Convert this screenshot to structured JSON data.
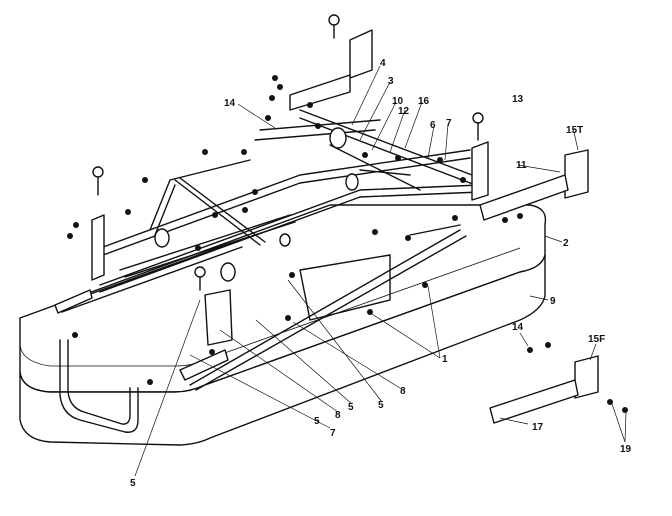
{
  "diagram": {
    "ink_color": "#111111",
    "paper_color": "#ffffff",
    "callouts": [
      {
        "id": "c-4",
        "text": "4"
      },
      {
        "id": "c-3",
        "text": "3"
      },
      {
        "id": "c-10",
        "text": "10"
      },
      {
        "id": "c-12",
        "text": "12"
      },
      {
        "id": "c-16",
        "text": "16"
      },
      {
        "id": "c-13",
        "text": "13"
      },
      {
        "id": "c-14a",
        "text": "14"
      },
      {
        "id": "c-6",
        "text": "6"
      },
      {
        "id": "c-7",
        "text": "7"
      },
      {
        "id": "c-15T",
        "text": "15T"
      },
      {
        "id": "c-11",
        "text": "11"
      },
      {
        "id": "c-2",
        "text": "2"
      },
      {
        "id": "c-9",
        "text": "9"
      },
      {
        "id": "c-1",
        "text": "1"
      },
      {
        "id": "c-8a",
        "text": "8"
      },
      {
        "id": "c-5a",
        "text": "5"
      },
      {
        "id": "c-5b",
        "text": "5"
      },
      {
        "id": "c-8b",
        "text": "8"
      },
      {
        "id": "c-5c",
        "text": "5"
      },
      {
        "id": "c-7b",
        "text": "7"
      },
      {
        "id": "c-5d",
        "text": "5"
      },
      {
        "id": "c-14b",
        "text": "14"
      },
      {
        "id": "c-15F",
        "text": "15F"
      },
      {
        "id": "c-17",
        "text": "17"
      },
      {
        "id": "c-19",
        "text": "19"
      }
    ]
  }
}
